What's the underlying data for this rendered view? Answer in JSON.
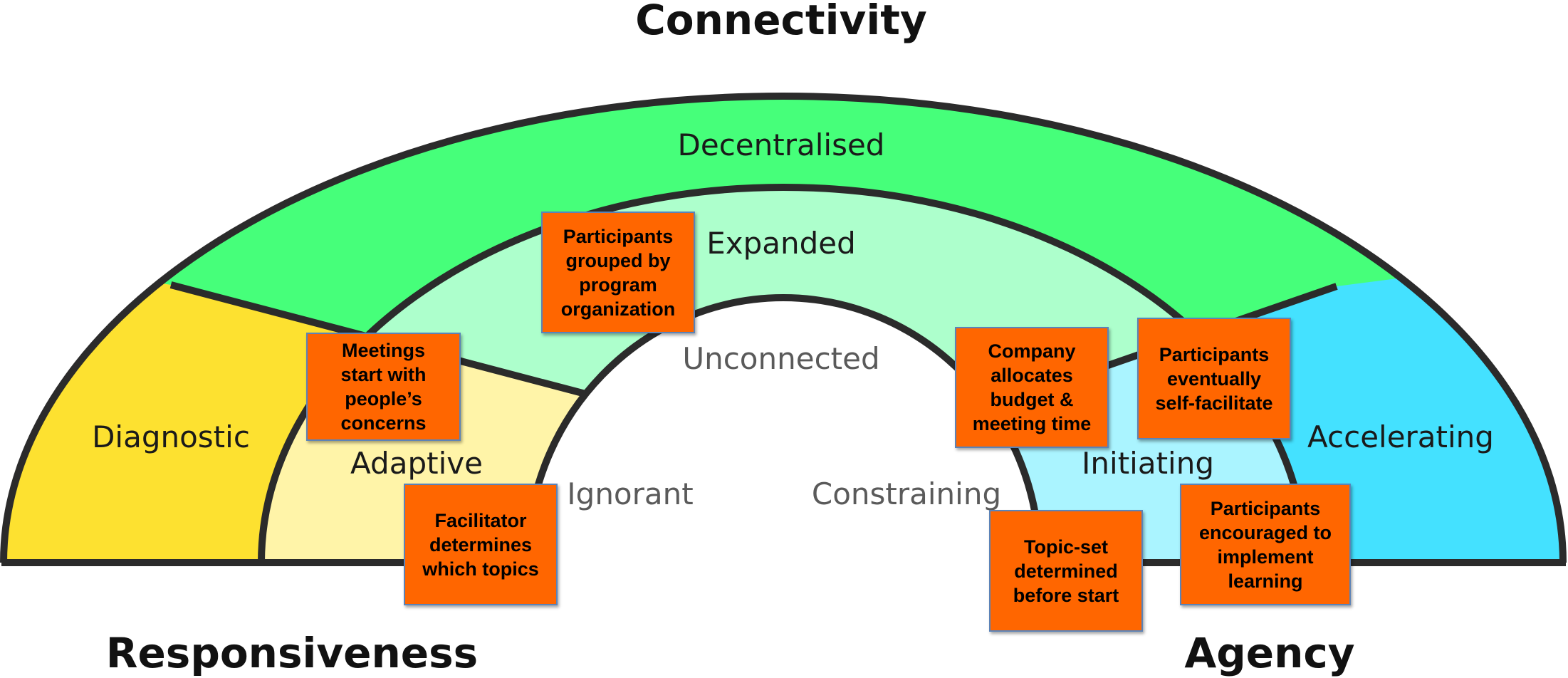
{
  "diagram": {
    "axes": {
      "top": "Connectivity",
      "bottom_left": "Responsiveness",
      "bottom_right": "Agency"
    },
    "rings": {
      "outer": {
        "left": {
          "label": "Diagnostic",
          "color": "#fde130"
        },
        "top": {
          "label": "Decentralised",
          "color": "#46ff7a"
        },
        "right": {
          "label": "Accelerating",
          "color": "#44e1ff"
        }
      },
      "middle": {
        "left": {
          "label": "Adaptive",
          "color": "#fff4a8"
        },
        "top": {
          "label": "Expanded",
          "color": "#adffcc"
        },
        "right": {
          "label": "Initiating",
          "color": "#aaf4ff"
        }
      },
      "inner": {
        "left": {
          "label": "Ignorant"
        },
        "top": {
          "label": "Unconnected"
        },
        "right": {
          "label": "Constraining"
        }
      }
    },
    "outline_color": "#2b2b2b",
    "note_color": "#ff6600",
    "notes": [
      {
        "id": "grouped",
        "text": "Participants\ngrouped by\nprogram\norganization"
      },
      {
        "id": "meetings",
        "text": "Meetings\nstart with\npeople’s\nconcerns"
      },
      {
        "id": "facilitator",
        "text": "Facilitator\ndetermines\nwhich topics"
      },
      {
        "id": "company",
        "text": "Company\nallocates\nbudget &\nmeeting time"
      },
      {
        "id": "self-facilitate",
        "text": "Participants\neventually\nself-facilitate"
      },
      {
        "id": "topic-set",
        "text": "Topic-set\ndetermined\nbefore start"
      },
      {
        "id": "implement",
        "text": "Participants\nencouraged to\nimplement\nlearning"
      }
    ]
  }
}
